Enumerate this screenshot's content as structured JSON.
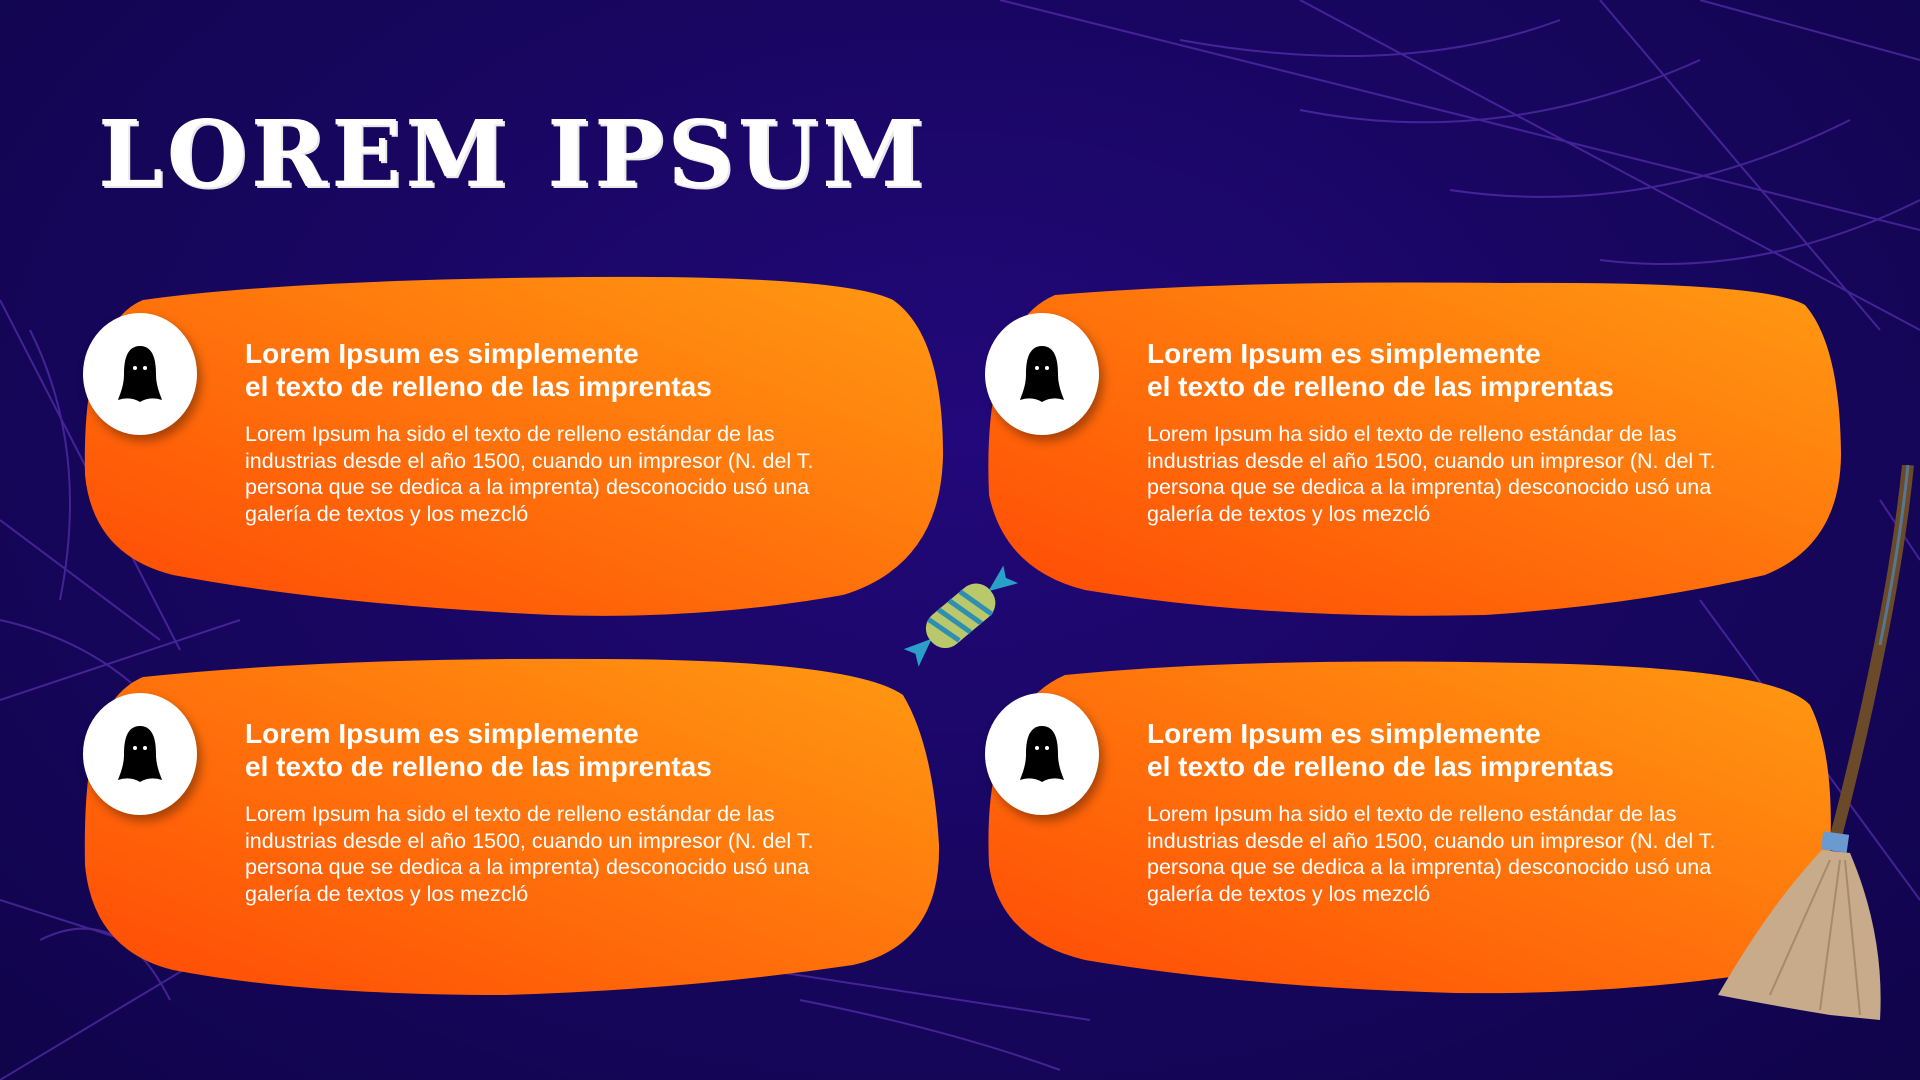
{
  "title": "Lorem Ipsum",
  "cards": [
    {
      "heading": "Lorem Ipsum es simplemente\nel texto de relleno de las imprentas",
      "body": "Lorem Ipsum ha sido el texto de relleno estándar de las industrias desde el año 1500, cuando un impresor (N. del T. persona que se dedica a la imprenta) desconocido usó una galería de textos y los mezcló",
      "icon": "ghost-icon"
    },
    {
      "heading": "Lorem Ipsum es simplemente\nel texto de relleno de las imprentas",
      "body": "Lorem Ipsum ha sido el texto de relleno estándar de las industrias desde el año 1500, cuando un impresor (N. del T. persona que se dedica a la imprenta) desconocido usó una galería de textos y los mezcló",
      "icon": "ghost-icon"
    },
    {
      "heading": "Lorem Ipsum es simplemente\nel texto de relleno de las imprentas",
      "body": "Lorem Ipsum ha sido el texto de relleno estándar de las industrias desde el año 1500, cuando un impresor (N. del T. persona que se dedica a la imprenta) desconocido usó una galería de textos y los mezcló",
      "icon": "ghost-icon"
    },
    {
      "heading": "Lorem Ipsum es simplemente\nel texto de relleno de las imprentas",
      "body": "Lorem Ipsum ha sido el texto de relleno estándar de las industrias desde el año 1500, cuando un impresor (N. del T. persona que se dedica a la imprenta) desconocido usó una galería de textos y los mezcló",
      "icon": "ghost-icon"
    }
  ],
  "colors": {
    "background": "#17065e",
    "orange_light": "#ff9a12",
    "orange_dark": "#ff4a05",
    "web": "#6a3cc8"
  }
}
